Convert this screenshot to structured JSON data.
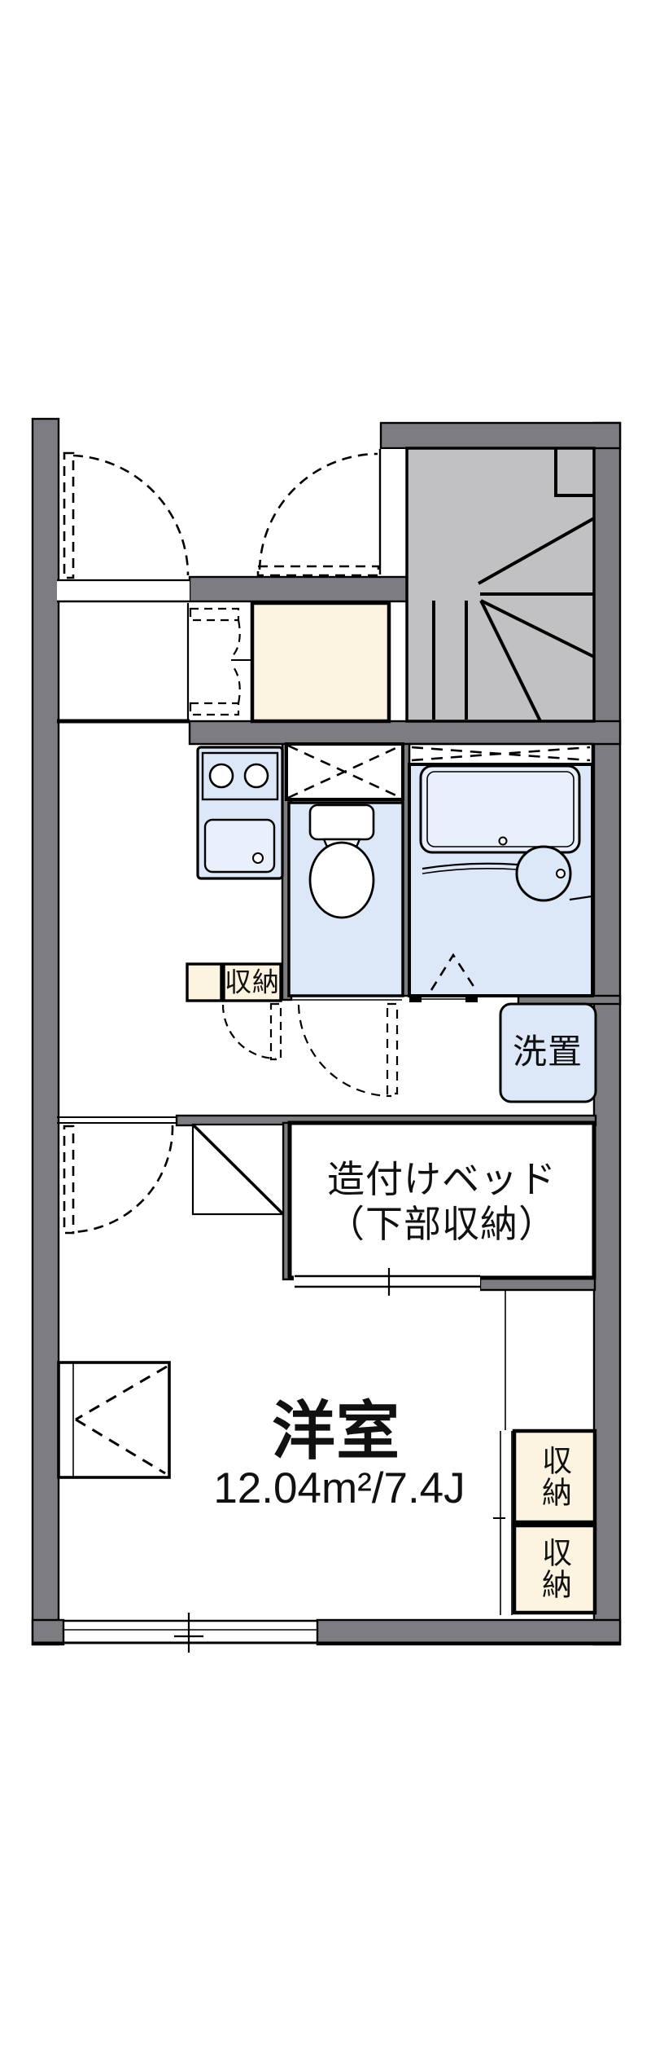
{
  "plan": {
    "title": "1K apartment floor plan",
    "labels": {
      "kitchen_storage": "収納",
      "washer_space": "洗置",
      "built_in_bed_line1": "造付けベッド",
      "built_in_bed_line2": "（下部収納）",
      "room_name": "洋室",
      "room_area": "12.04m²/7.4J",
      "right_storage_top": "収納",
      "right_storage_bottom": "収納"
    },
    "colors": {
      "wall": "#7d7d81",
      "stairs": "#c1c1c3",
      "fixture_blue": "#dce7f7",
      "fixture_blue_light": "#e9f0fb",
      "cream": "#fdf3e1",
      "white": "#ffffff",
      "line": "#000000"
    }
  }
}
